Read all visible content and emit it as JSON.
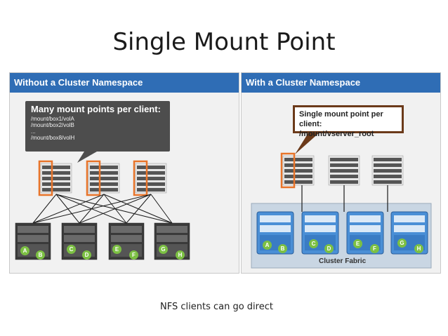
{
  "page": {
    "title": "Single Mount Point",
    "caption": "NFS clients can go direct"
  },
  "left_panel": {
    "header": "Without a Cluster Namespace",
    "callout_title": "Many mount points per client:",
    "mount_paths": [
      "/mount/box1/volA",
      "/mount/box2/volB",
      "...",
      "/mount/box8/volH"
    ],
    "volumes": [
      "A",
      "B",
      "C",
      "D",
      "E",
      "F",
      "G",
      "H"
    ]
  },
  "right_panel": {
    "header": "With a Cluster Namespace",
    "callout_line1": "Single mount point per",
    "callout_line2": "client: /mount/vserver_root",
    "fabric_label": "Cluster Fabric",
    "volumes": [
      "A",
      "B",
      "C",
      "D",
      "E",
      "F",
      "G",
      "H"
    ]
  },
  "colors": {
    "header_blue": "#2f6db5",
    "highlight_orange": "#e8742a",
    "volume_green": "#7cc043",
    "node_blue": "#4a8fd6"
  }
}
